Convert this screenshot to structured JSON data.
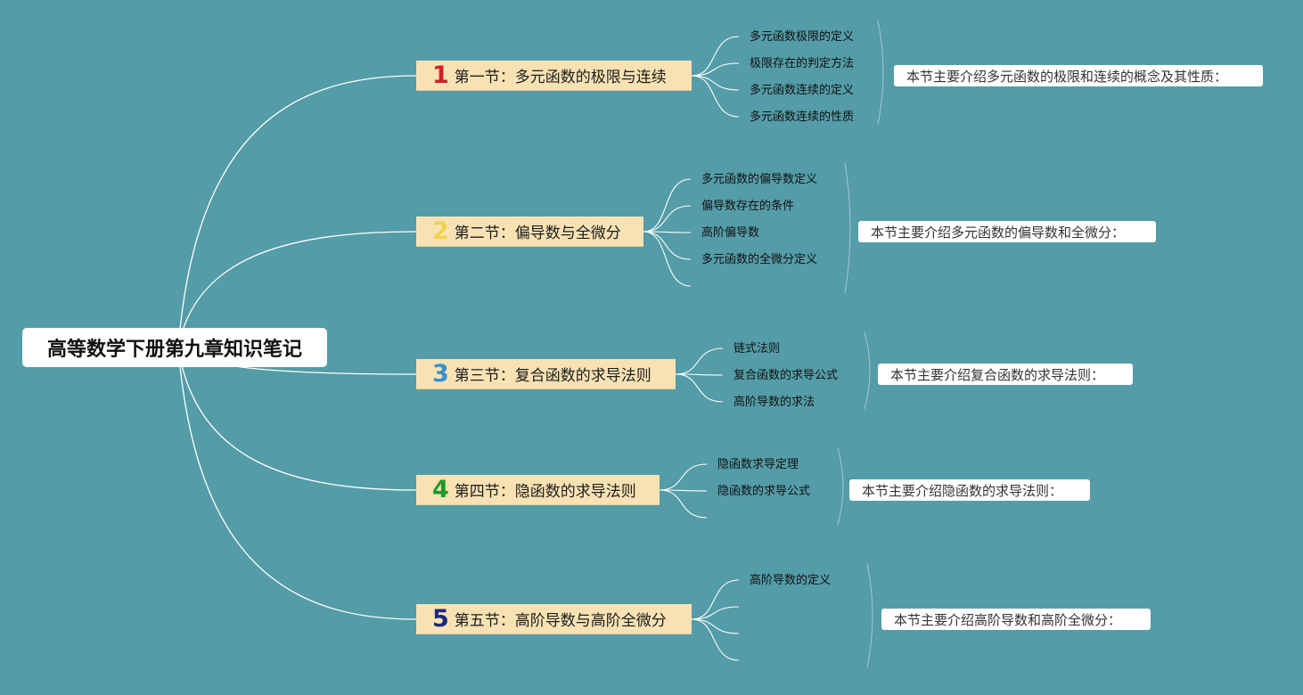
{
  "root": {
    "title": "高等数学下册第九章知识笔记"
  },
  "colors": {
    "background": "#549ca7",
    "connector": "#ffffff",
    "section_fill": "#f8e2b4",
    "marker_1": "#d0202a",
    "marker_2": "#f2d24a",
    "marker_3": "#3a8fd0",
    "marker_4": "#1f9a2a",
    "marker_5": "#1c2a7e"
  },
  "sections": [
    {
      "number": "1",
      "title": "第一节：多元函数的极限与连续",
      "items": [
        "多元函数极限的定义",
        "极限存在的判定方法",
        "多元函数连续的定义",
        "多元函数连续的性质"
      ],
      "summary": "本节主要介绍多元函数的极限和连续的概念及其性质："
    },
    {
      "number": "2",
      "title": "第二节：偏导数与全微分",
      "items": [
        "多元函数的偏导数定义",
        "偏导数存在的条件",
        "高阶偏导数",
        "多元函数的全微分定义",
        ""
      ],
      "summary": "本节主要介绍多元函数的偏导数和全微分："
    },
    {
      "number": "3",
      "title": "第三节：复合函数的求导法则",
      "items": [
        "链式法则",
        "复合函数的求导公式",
        "高阶导数的求法"
      ],
      "summary": "本节主要介绍复合函数的求导法则："
    },
    {
      "number": "4",
      "title": "第四节：隐函数的求导法则",
      "items": [
        "隐函数求导定理",
        "隐函数的求导公式",
        ""
      ],
      "summary": "本节主要介绍隐函数的求导法则："
    },
    {
      "number": "5",
      "title": "第五节：高阶导数与高阶全微分",
      "items": [
        "高阶导数的定义",
        "",
        "",
        ""
      ],
      "summary": "本节主要介绍高阶导数和高阶全微分："
    }
  ]
}
